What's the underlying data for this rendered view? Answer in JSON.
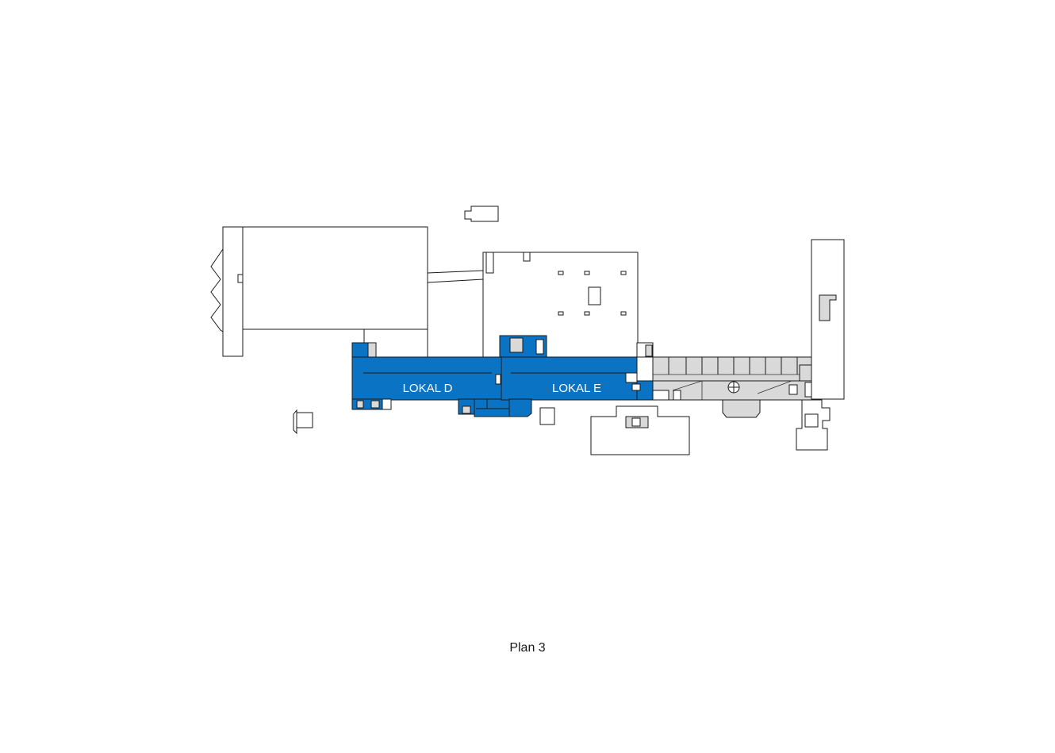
{
  "plan": {
    "caption": "Plan 3",
    "units": [
      {
        "label": "LOKAL D"
      },
      {
        "label": "LOKAL E"
      }
    ]
  },
  "colors": {
    "leasable": "#0a73c4",
    "common_area": "#d9d9d9",
    "outline": "#1a1a1a",
    "background": "#ffffff"
  }
}
